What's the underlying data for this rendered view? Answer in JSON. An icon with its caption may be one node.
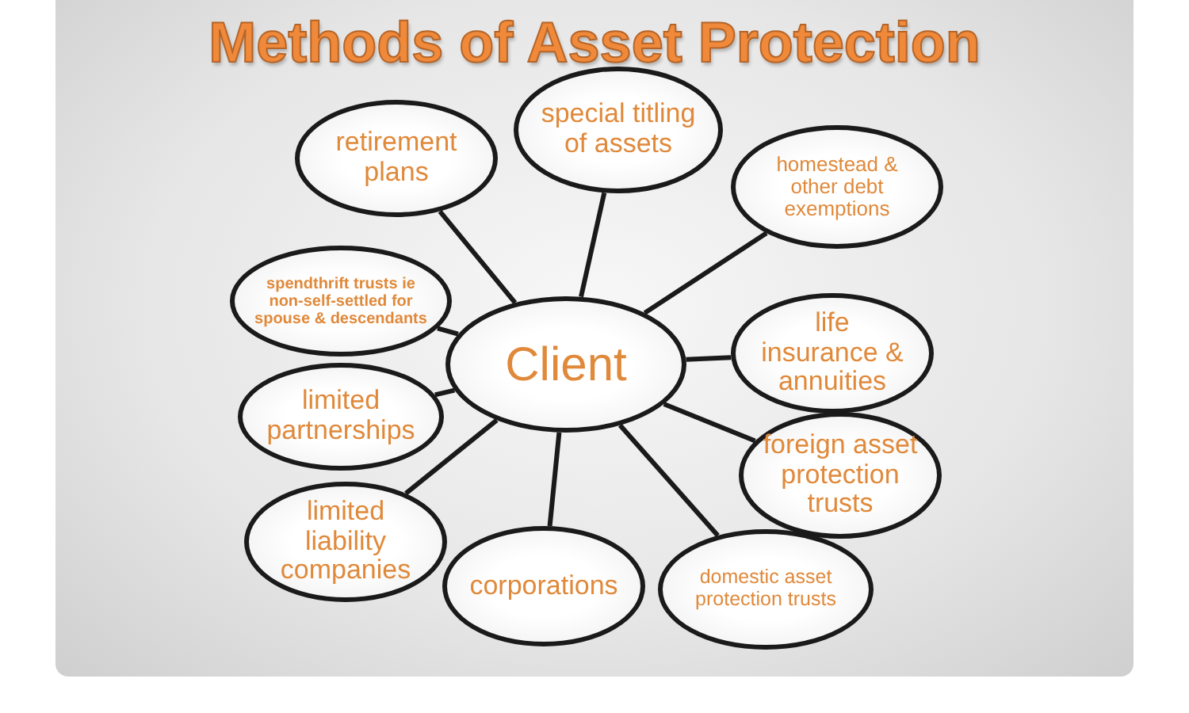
{
  "diagram": {
    "title": "Methods of Asset Protection",
    "nodes": [
      {
        "text": [
          "retirement plans"
        ]
      },
      {
        "text": [
          "special titling of assets"
        ]
      },
      {
        "text": [
          "homestead & other debt exemptions"
        ]
      },
      {
        "text": [
          "spendthrift trusts ie non-self-settled for spouse & descendants"
        ]
      },
      {
        "text": [
          "Client"
        ]
      },
      {
        "text": [
          "life insurance & annuities"
        ]
      },
      {
        "text": [
          "limited partnerships"
        ]
      },
      {
        "text": [
          "foreign asset protection trusts"
        ]
      },
      {
        "text": [
          "limited liability companies"
        ]
      },
      {
        "text": [
          "corporations"
        ]
      },
      {
        "text": [
          "domestic asset protection trusts"
        ]
      }
    ],
    "edges": [
      {
        "from": 4,
        "to": 0,
        "arrow": "none"
      },
      {
        "from": 4,
        "to": 1,
        "arrow": "none"
      },
      {
        "from": 4,
        "to": 2,
        "arrow": "none"
      },
      {
        "from": 4,
        "to": 3,
        "arrow": "none"
      },
      {
        "from": 4,
        "to": 5,
        "arrow": "none"
      },
      {
        "from": 4,
        "to": 6,
        "arrow": "none"
      },
      {
        "from": 4,
        "to": 7,
        "arrow": "none"
      },
      {
        "from": 4,
        "to": 8,
        "arrow": "none"
      },
      {
        "from": 4,
        "to": 9,
        "arrow": "none"
      },
      {
        "from": 4,
        "to": 10,
        "arrow": "none"
      }
    ]
  }
}
